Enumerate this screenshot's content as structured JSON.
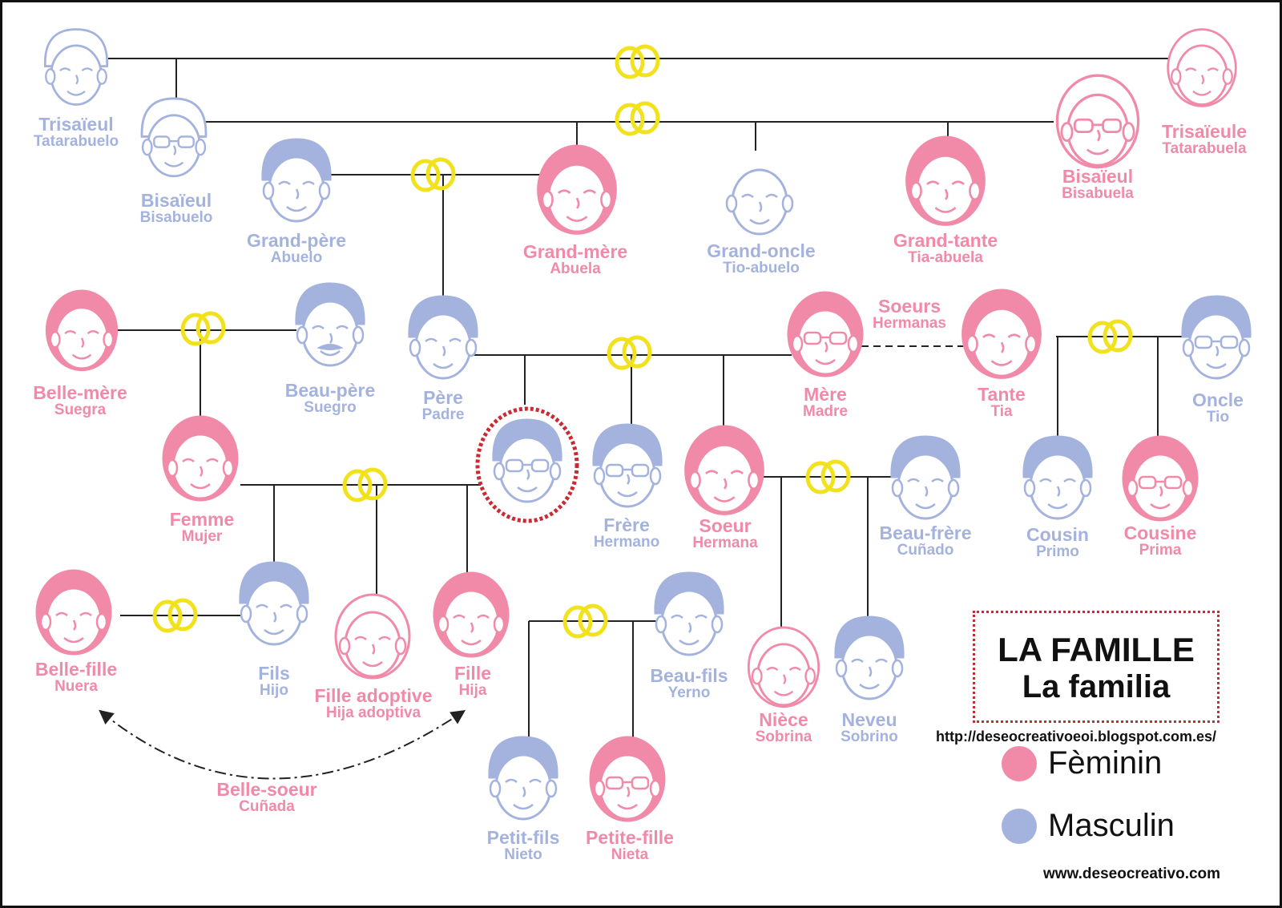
{
  "colors": {
    "feminine": "#f08aa8",
    "masculine": "#a4b2de",
    "ring": "#f2e21d",
    "line": "#222222",
    "highlight": "#cc2a33"
  },
  "title": {
    "fr": "LA FAMILLE",
    "es": "La familia"
  },
  "blog_url": "http://deseocreativoeoi.blogspot.com.es/",
  "site_url": "www.deseocreativo.com",
  "legend": [
    {
      "label": "Fèminin",
      "gender": "f"
    },
    {
      "label": "Masculin",
      "gender": "m"
    }
  ],
  "people": [
    {
      "id": "trisaieul",
      "fr": "Trisaïeul",
      "es": "Tatarabuelo",
      "gender": "m",
      "icon": "elderly-man-face-icon"
    },
    {
      "id": "trisaieule",
      "fr": "Trisaïeule",
      "es": "Tatarabuela",
      "gender": "f",
      "icon": "elderly-woman-face-icon"
    },
    {
      "id": "bisaieul-m",
      "fr": "Bisaïeul",
      "es": "Bisabuelo",
      "gender": "m",
      "icon": "elderly-man-glasses-face-icon"
    },
    {
      "id": "bisaieul-f",
      "fr": "Bisaïeul",
      "es": "Bisabuela",
      "gender": "f",
      "icon": "elderly-woman-glasses-face-icon"
    },
    {
      "id": "grand-pere",
      "fr": "Grand-père",
      "es": "Abuelo",
      "gender": "m",
      "icon": "old-man-face-icon"
    },
    {
      "id": "grand-mere",
      "fr": "Grand-mère",
      "es": "Abuela",
      "gender": "f",
      "icon": "old-woman-face-icon"
    },
    {
      "id": "grand-oncle",
      "fr": "Grand-oncle",
      "es": "Tio-abuelo",
      "gender": "m",
      "icon": "bald-man-face-icon"
    },
    {
      "id": "grand-tante",
      "fr": "Grand-tante",
      "es": "Tia-abuela",
      "gender": "f",
      "icon": "woman-face-icon"
    },
    {
      "id": "belle-mere",
      "fr": "Belle-mère",
      "es": "Suegra",
      "gender": "f",
      "icon": "woman-bun-face-icon"
    },
    {
      "id": "beau-pere",
      "fr": "Beau-père",
      "es": "Suegro",
      "gender": "m",
      "icon": "man-mustache-face-icon"
    },
    {
      "id": "pere",
      "fr": "Père",
      "es": "Padre",
      "gender": "m",
      "icon": "man-face-icon"
    },
    {
      "id": "mere",
      "fr": "Mère",
      "es": "Madre",
      "gender": "f",
      "icon": "woman-glasses-face-icon"
    },
    {
      "id": "tante",
      "fr": "Tante",
      "es": "Tia",
      "gender": "f",
      "icon": "woman-face-icon"
    },
    {
      "id": "oncle",
      "fr": "Oncle",
      "es": "Tio",
      "gender": "m",
      "icon": "man-glasses-face-icon"
    },
    {
      "id": "soeurs",
      "fr": "Soeurs",
      "es": "Hermanas",
      "gender": "f",
      "icon": ""
    },
    {
      "id": "moi",
      "fr": "",
      "es": "",
      "gender": "m",
      "icon": "man-glasses-face-icon"
    },
    {
      "id": "femme",
      "fr": "Femme",
      "es": "Mujer",
      "gender": "f",
      "icon": "woman-face-icon"
    },
    {
      "id": "frere",
      "fr": "Frère",
      "es": "Hermano",
      "gender": "m",
      "icon": "man-glasses-face-icon"
    },
    {
      "id": "soeur",
      "fr": "Soeur",
      "es": "Hermana",
      "gender": "f",
      "icon": "woman-face-icon"
    },
    {
      "id": "beau-frere",
      "fr": "Beau-frère",
      "es": "Cuñado",
      "gender": "m",
      "icon": "man-face-icon"
    },
    {
      "id": "cousin",
      "fr": "Cousin",
      "es": "Primo",
      "gender": "m",
      "icon": "boy-face-icon"
    },
    {
      "id": "cousine",
      "fr": "Cousine",
      "es": "Prima",
      "gender": "f",
      "icon": "girl-glasses-face-icon"
    },
    {
      "id": "belle-fille",
      "fr": "Belle-fille",
      "es": "Nuera",
      "gender": "f",
      "icon": "woman-curly-face-icon"
    },
    {
      "id": "fils",
      "fr": "Fils",
      "es": "Hijo",
      "gender": "m",
      "icon": "boy-face-icon"
    },
    {
      "id": "fille-adoptive",
      "fr": "Fille adoptive",
      "es": "Hija adoptiva",
      "gender": "f",
      "icon": "girl-face-icon"
    },
    {
      "id": "fille",
      "fr": "Fille",
      "es": "Hija",
      "gender": "f",
      "icon": "girl-face-icon"
    },
    {
      "id": "beau-fils",
      "fr": "Beau-fils",
      "es": "Yerno",
      "gender": "m",
      "icon": "man-face-icon"
    },
    {
      "id": "niece",
      "fr": "Nièce",
      "es": "Sobrina",
      "gender": "f",
      "icon": "little-girl-face-icon"
    },
    {
      "id": "neveu",
      "fr": "Neveu",
      "es": "Sobrino",
      "gender": "m",
      "icon": "boy-face-icon"
    },
    {
      "id": "belle-soeur",
      "fr": "Belle-soeur",
      "es": "Cuñada",
      "gender": "f",
      "icon": ""
    },
    {
      "id": "petit-fils",
      "fr": "Petit-fils",
      "es": "Nieto",
      "gender": "m",
      "icon": "child-boy-face-icon"
    },
    {
      "id": "petite-fille",
      "fr": "Petite-fille",
      "es": "Nieta",
      "gender": "f",
      "icon": "child-girl-glasses-face-icon"
    }
  ],
  "edges": [
    {
      "from": "trisaieul",
      "to": "trisaieule",
      "type": "marriage"
    },
    {
      "from": "bisaieul-m",
      "to": "bisaieul-f",
      "type": "marriage"
    },
    {
      "from": "grand-pere",
      "to": "grand-mere",
      "type": "marriage"
    },
    {
      "from": "belle-mere",
      "to": "beau-pere",
      "type": "marriage"
    },
    {
      "from": "pere",
      "to": "mere",
      "type": "marriage"
    },
    {
      "from": "tante",
      "to": "oncle",
      "type": "marriage"
    },
    {
      "from": "femme",
      "to": "moi",
      "type": "marriage"
    },
    {
      "from": "soeur",
      "to": "beau-frere",
      "type": "marriage"
    },
    {
      "from": "belle-fille",
      "to": "fils",
      "type": "marriage"
    },
    {
      "from": "fille",
      "to": "beau-fils",
      "type": "marriage"
    },
    {
      "from": "mere",
      "to": "tante",
      "type": "siblings"
    },
    {
      "from": "belle-fille",
      "to": "fille",
      "type": "in-law"
    }
  ]
}
